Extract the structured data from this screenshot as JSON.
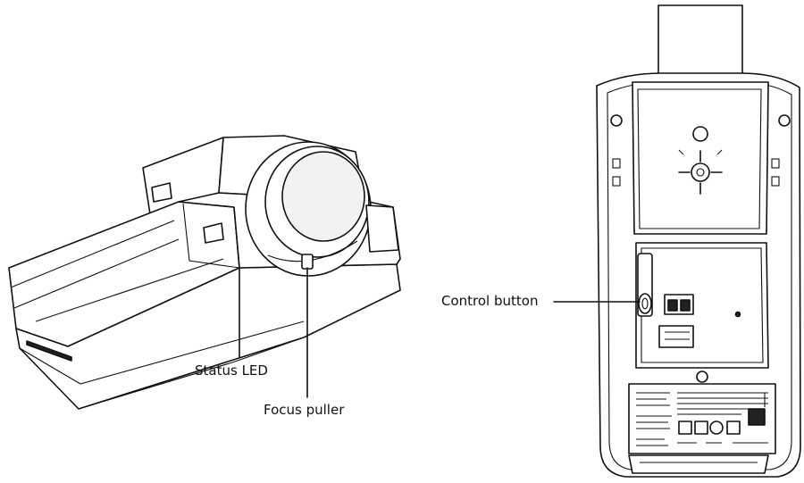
{
  "callouts": {
    "status_led": "Status LED",
    "focus_puller": "Focus puller",
    "control_button": "Control button"
  },
  "colors": {
    "background": "#ffffff",
    "line": "#111111"
  }
}
